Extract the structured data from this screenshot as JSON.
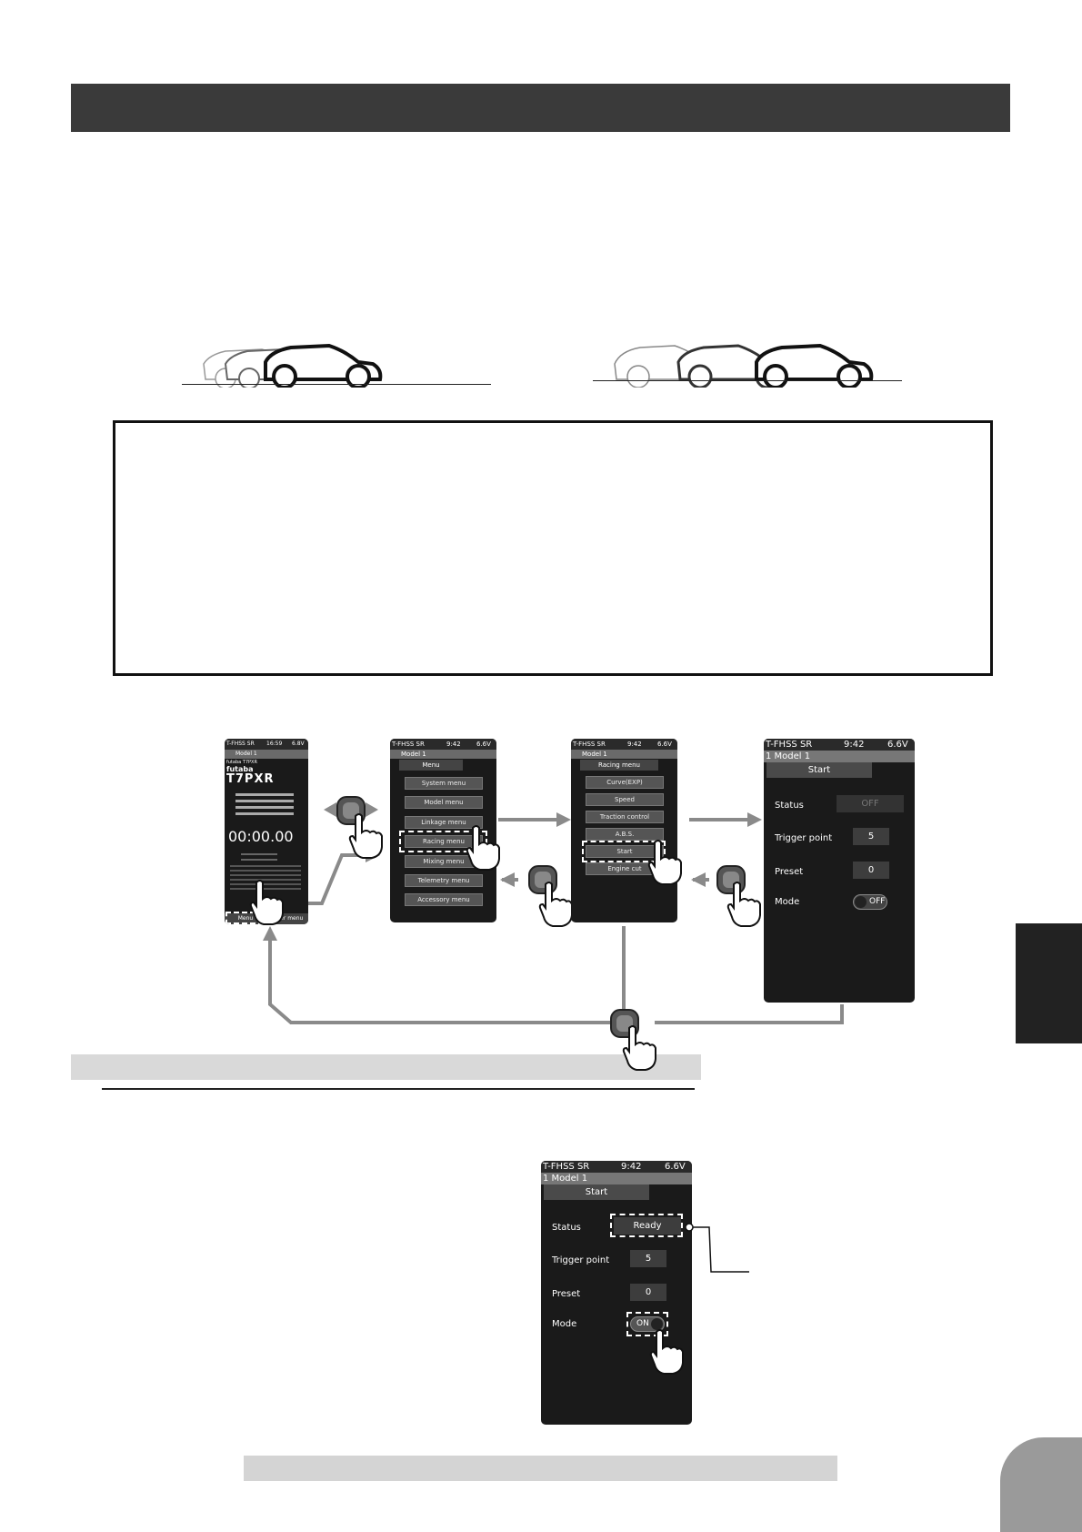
{
  "screens": {
    "home": {
      "status_left": "T-FHSS SR",
      "status_time": "16:59",
      "status_volt": "6.8V",
      "model": "Model 1",
      "brand_small": "futaba",
      "brand_small2": "T7PXR",
      "brand_logo": "futaba",
      "brand_model": "T7PXR",
      "timer": "00:00.00",
      "softkey_left": "Menu",
      "softkey_right": "User menu"
    },
    "menu": {
      "status_left": "T-FHSS SR",
      "status_time": "9:42",
      "status_volt": "6.6V",
      "model": "Model 1",
      "header": "Menu",
      "items": [
        "System menu",
        "Model menu",
        "Linkage menu",
        "Racing menu",
        "Mixing menu",
        "Telemetry menu",
        "Accessory menu"
      ]
    },
    "racing": {
      "status_left": "T-FHSS SR",
      "status_time": "9:42",
      "status_volt": "6.6V",
      "model": "Model 1",
      "header": "Racing menu",
      "items": [
        "Curve(EXP)",
        "Speed",
        "Traction control",
        "A.B.S.",
        "Start",
        "Engine cut"
      ]
    },
    "start_off": {
      "status_left": "T-FHSS SR",
      "status_time": "9:42",
      "status_volt": "6.6V",
      "model": "1    Model 1",
      "header": "Start",
      "status_label": "Status",
      "status_value": "OFF",
      "trigger_label": "Trigger point",
      "trigger_value": "5",
      "preset_label": "Preset",
      "preset_value": "0",
      "mode_label": "Mode",
      "mode_value": "OFF"
    },
    "start_on": {
      "status_left": "T-FHSS SR",
      "status_time": "9:42",
      "status_volt": "6.6V",
      "model": "1    Model 1",
      "header": "Start",
      "status_label": "Status",
      "status_value": "Ready",
      "trigger_label": "Trigger point",
      "trigger_value": "5",
      "preset_label": "Preset",
      "preset_value": "0",
      "mode_label": "Mode",
      "mode_value": "ON"
    }
  },
  "colors": {
    "title_bar": "#3a3a3a",
    "screen_bg": "#1a1a1a",
    "section_bar": "#d9d9d9",
    "arrow": "#8a8a8a"
  }
}
